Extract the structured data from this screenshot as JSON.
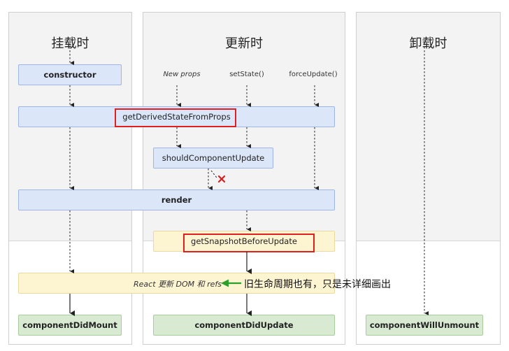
{
  "phases": {
    "mount": "挂载时",
    "update": "更新时",
    "unmount": "卸载时"
  },
  "triggers": {
    "new_props": "New props",
    "set_state": "setState()",
    "force_update": "forceUpdate()"
  },
  "methods": {
    "constructor": "constructor",
    "get_derived_state": "getDerivedStateFromProps",
    "should_update": "shouldComponentUpdate",
    "render": "render",
    "get_snapshot": "getSnapshotBeforeUpdate",
    "react_updates": "React 更新 DOM 和 refs",
    "did_mount": "componentDidMount",
    "did_update": "componentDidUpdate",
    "will_unmount": "componentWillUnmount"
  },
  "annotation": "旧生命周期也有，只是未详细画出",
  "colors": {
    "highlight": "#e02020",
    "annotation_arrow": "#2aa02a",
    "cross": "#d62020"
  },
  "icons": {
    "cross": "cross-icon",
    "annotation_arrow": "arrow-left-icon"
  }
}
